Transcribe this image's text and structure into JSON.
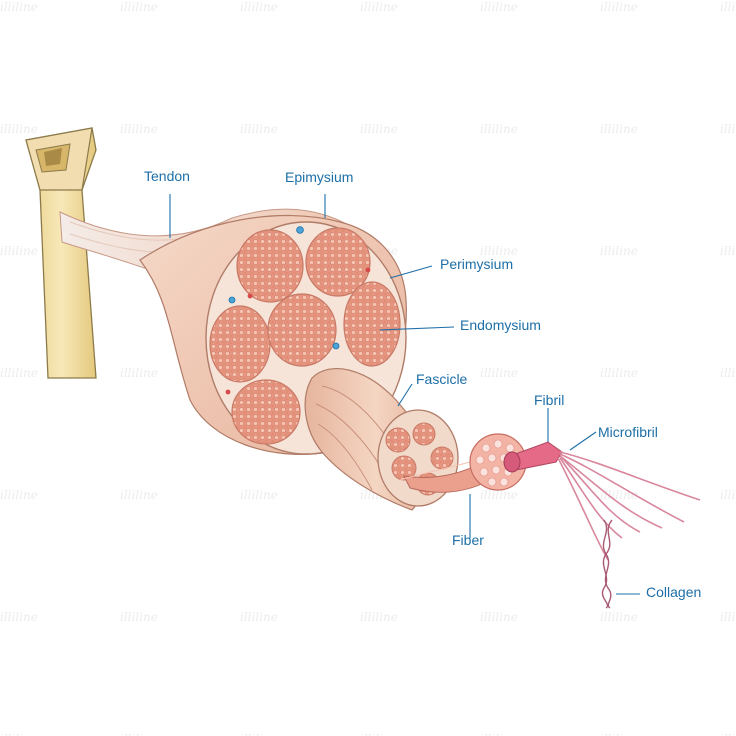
{
  "labels": {
    "tendon": "Tendon",
    "epimysium": "Epimysium",
    "perimysium": "Perimysium",
    "endomysium": "Endomysium",
    "fascicle": "Fascicle",
    "fibril": "Fibril",
    "microfibril": "Microfibril",
    "fiber": "Fiber",
    "collagen": "Collagen"
  },
  "watermark": "illiline",
  "colors": {
    "label_text": "#1d6fa8",
    "leader_line": "#1d6fa8",
    "bone": "#f3e0a6",
    "muscle_sheath": "#f2cdb7",
    "fascicle_fill": "#e89a84",
    "fibril_pink": "#e56a87"
  },
  "icons": {
    "bone": "bone-illustration",
    "muscle": "muscle-cross-section-illustration"
  }
}
